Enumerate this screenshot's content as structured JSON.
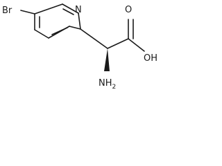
{
  "atoms": {
    "bromine": "Br",
    "ring_nitrogen": "N",
    "hydroxyl": "OH",
    "carbonyl_oxygen": "O",
    "amine": "NH",
    "amine_subscript": "2"
  },
  "colors": {
    "ink": "#1a1a1a",
    "background": "#ffffff"
  }
}
